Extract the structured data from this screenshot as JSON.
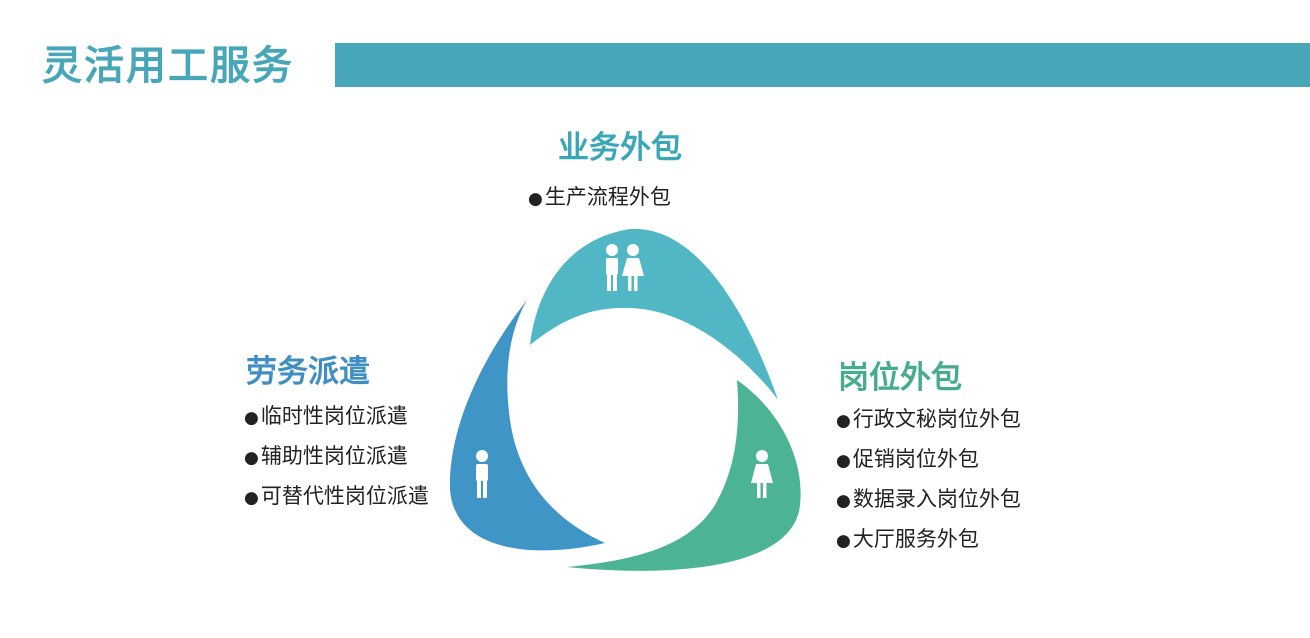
{
  "title": "灵活用工服务",
  "colors": {
    "title": "#47a7b9",
    "top": "#52b7c4",
    "left": "#3f95c6",
    "right": "#4cb394"
  },
  "sections": {
    "top": {
      "heading": "业务外包",
      "items": [
        "生产流程外包"
      ],
      "icon": "couple-icon"
    },
    "left": {
      "heading": "劳务派遣",
      "items": [
        "临时性岗位派遣",
        "辅助性岗位派遣",
        "可替代性岗位派遣"
      ],
      "icon": "man-icon"
    },
    "right": {
      "heading": "岗位外包",
      "items": [
        "行政文秘岗位外包",
        "促销岗位外包",
        "数据录入岗位外包",
        "大厅服务外包"
      ],
      "icon": "woman-icon"
    }
  }
}
